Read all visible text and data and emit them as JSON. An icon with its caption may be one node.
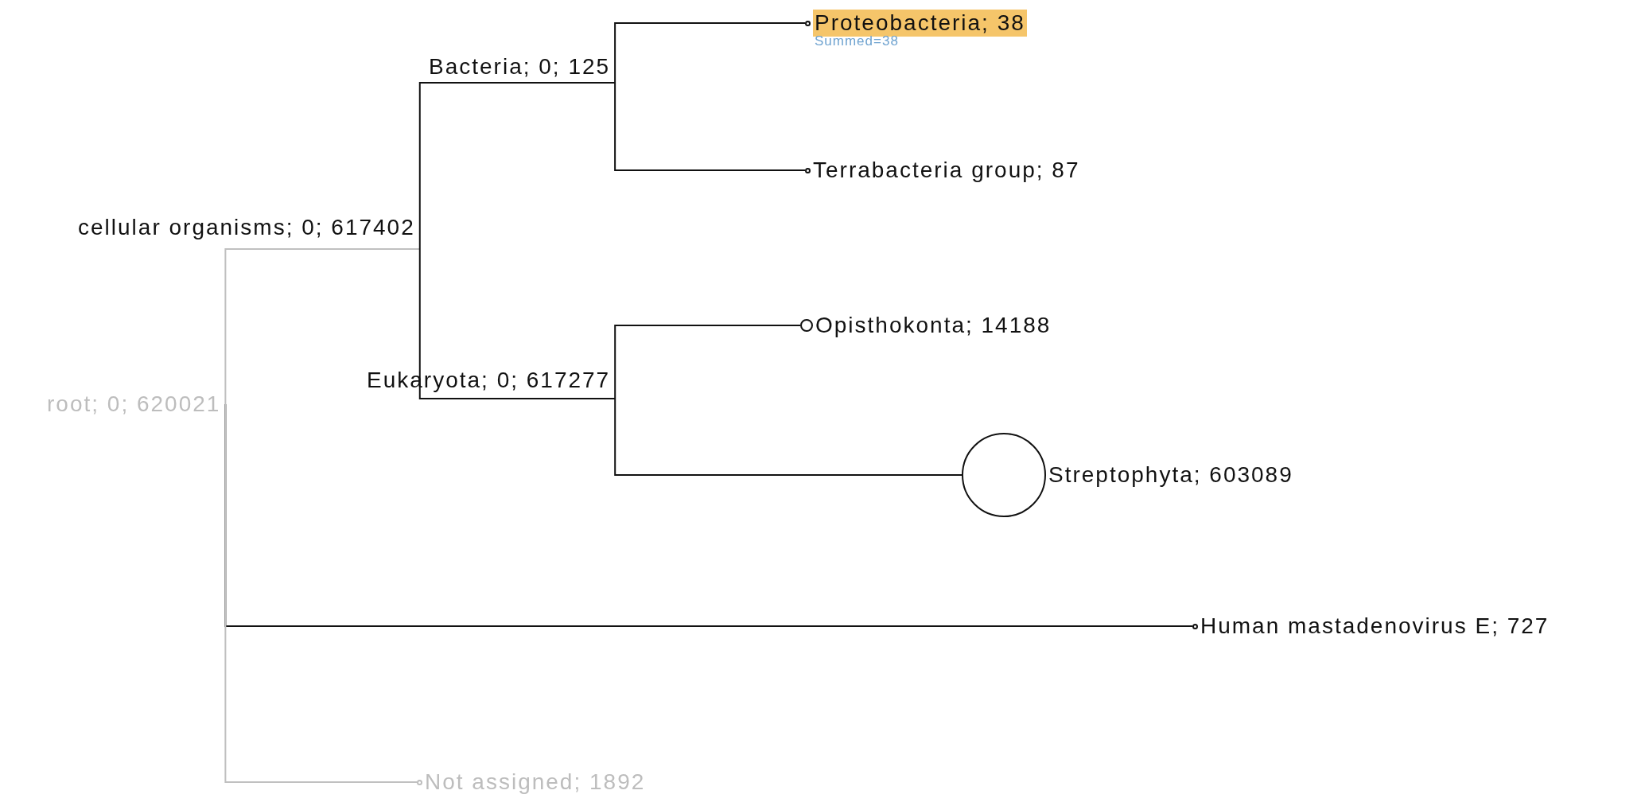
{
  "diagram": {
    "nodes": [
      {
        "text": [
          "root; 0; 620021"
        ]
      },
      {
        "text": [
          "cellular organisms; 0; 617402"
        ]
      },
      {
        "text": [
          "Bacteria; 0; 125"
        ]
      },
      {
        "text": [
          "Proteobacteria; 38"
        ],
        "beside": [
          "Summed=38"
        ]
      },
      {
        "text": [
          "Terrabacteria group; 87"
        ]
      },
      {
        "text": [
          "Eukaryota; 0; 617277"
        ]
      },
      {
        "text": [
          "Opisthokonta; 14188"
        ]
      },
      {
        "text": [
          "Streptophyta; 603089"
        ]
      },
      {
        "text": [
          "Human mastadenovirus E; 727"
        ]
      },
      {
        "text": [
          "Not assigned; 1892"
        ]
      }
    ],
    "edges": [
      {
        "from": 0,
        "to": 1,
        "arrow": "none",
        "color": "#c0c0c0"
      },
      {
        "from": 1,
        "to": 2,
        "arrow": "none"
      },
      {
        "from": 2,
        "to": 3,
        "arrow": "none"
      },
      {
        "from": 2,
        "to": 4,
        "arrow": "none"
      },
      {
        "from": 1,
        "to": 5,
        "arrow": "none"
      },
      {
        "from": 5,
        "to": 6,
        "arrow": "none"
      },
      {
        "from": 5,
        "to": 7,
        "arrow": "none"
      },
      {
        "from": 0,
        "to": 8,
        "arrow": "none"
      },
      {
        "from": 0,
        "to": 9,
        "arrow": "none",
        "color": "#c0c0c0"
      }
    ]
  }
}
